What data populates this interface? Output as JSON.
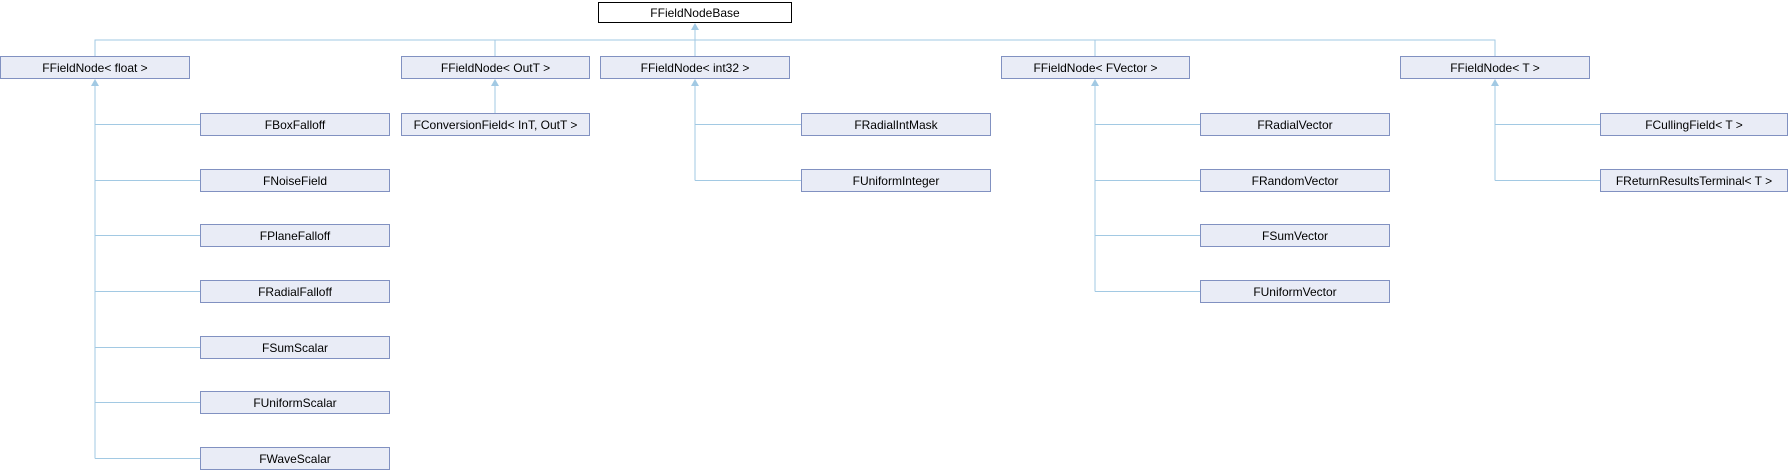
{
  "diagram": {
    "type": "class-inheritance-graph",
    "root": {
      "label": "FFieldNodeBase"
    },
    "colors": {
      "node_fill": "#e9ecf6",
      "node_border": "#8191c1",
      "root_fill": "#ffffff",
      "root_border": "#000000",
      "edge": "#a2c9e3",
      "text": "#000000",
      "background": "#ffffff"
    },
    "columns": [
      {
        "parent": "FFieldNode< float >",
        "children": [
          "FBoxFalloff",
          "FNoiseField",
          "FPlaneFalloff",
          "FRadialFalloff",
          "FSumScalar",
          "FUniformScalar",
          "FWaveScalar"
        ]
      },
      {
        "parent": "FFieldNode< OutT >",
        "children": [
          "FConversionField< InT, OutT >"
        ]
      },
      {
        "parent": "FFieldNode< int32 >",
        "children": [
          "FRadialIntMask",
          "FUniformInteger"
        ]
      },
      {
        "parent": "FFieldNode< FVector >",
        "children": [
          "FRadialVector",
          "FRandomVector",
          "FSumVector",
          "FUniformVector"
        ]
      },
      {
        "parent": "FFieldNode< T >",
        "children": [
          "FCullingField< T >",
          "FReturnResultsTerminal< T >"
        ]
      }
    ]
  }
}
